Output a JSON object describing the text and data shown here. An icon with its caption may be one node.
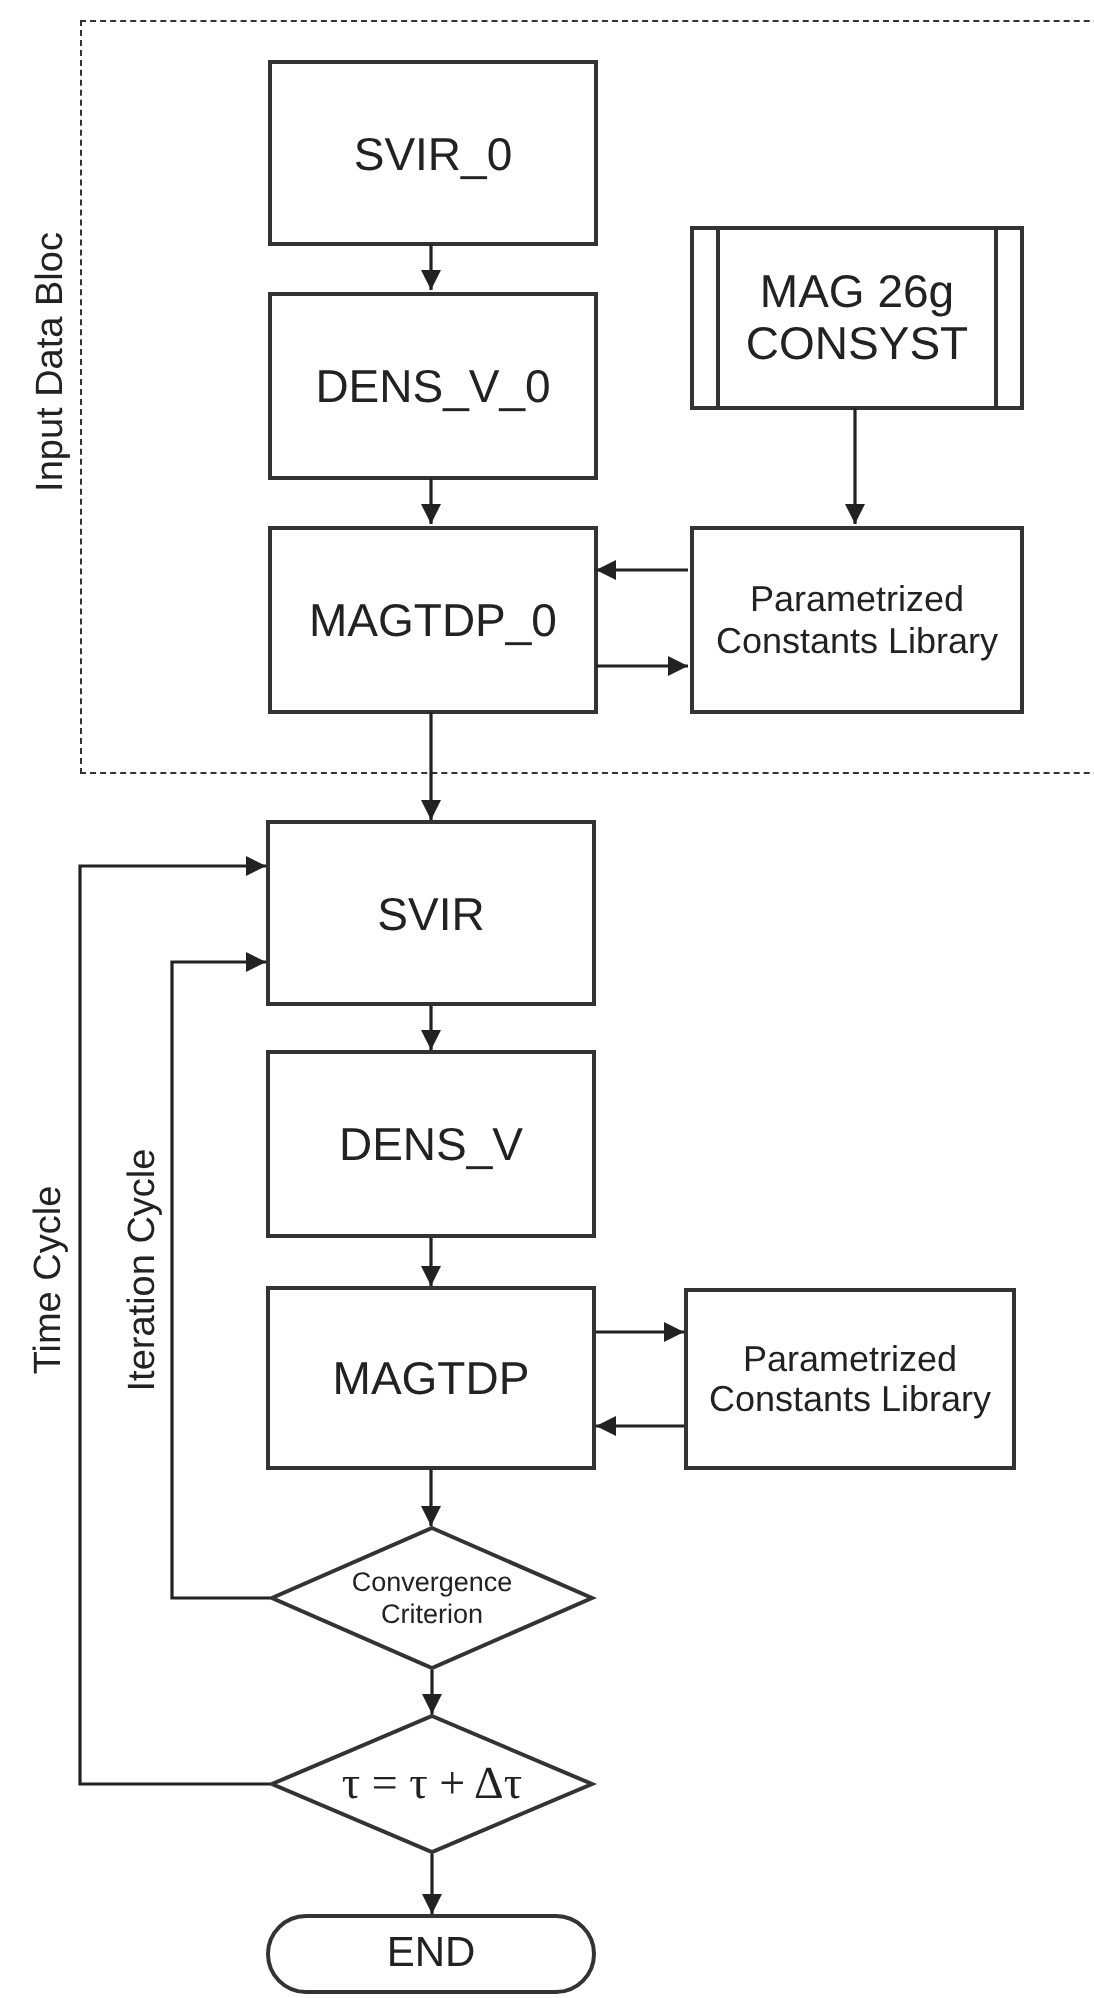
{
  "diagram": {
    "nodes": [
      {
        "text": [
          "Input Data Bloc"
        ]
      },
      {
        "text": [
          "SVIR_0"
        ],
        "in": 0
      },
      {
        "text": [
          "DENS_V_0"
        ],
        "in": 0
      },
      {
        "text": [
          "MAG 26g CONSYST"
        ],
        "in": 0
      },
      {
        "text": [
          "MAGTDP_0"
        ],
        "in": 0
      },
      {
        "text": [
          "Parametrized Constants Library"
        ],
        "in": 0
      },
      {
        "text": [
          "SVIR"
        ]
      },
      {
        "text": [
          "DENS_V"
        ]
      },
      {
        "text": [
          "MAGTDP"
        ]
      },
      {
        "text": [
          "Parametrized Constants Library"
        ]
      },
      {
        "text": [
          "Convergence Criterion"
        ]
      },
      {
        "text": [
          "τ = τ + Δτ"
        ]
      },
      {
        "text": [
          "END"
        ]
      }
    ],
    "edges": [
      {
        "from": 1,
        "to": 2,
        "arrow": "to"
      },
      {
        "from": 2,
        "to": 4,
        "arrow": "to"
      },
      {
        "from": 3,
        "to": 5,
        "arrow": "to"
      },
      {
        "from": 5,
        "to": 4,
        "arrow": "to"
      },
      {
        "from": 4,
        "to": 5,
        "arrow": "to"
      },
      {
        "from": 4,
        "to": 6,
        "arrow": "to"
      },
      {
        "from": 6,
        "to": 7,
        "arrow": "to"
      },
      {
        "from": 7,
        "to": 8,
        "arrow": "to"
      },
      {
        "from": 8,
        "to": 9,
        "arrow": "to"
      },
      {
        "from": 9,
        "to": 8,
        "arrow": "to"
      },
      {
        "from": 8,
        "to": 10,
        "arrow": "to"
      },
      {
        "from": 10,
        "to": 6,
        "arrow": "to",
        "label": "Iteration Cycle"
      },
      {
        "from": 10,
        "to": 11,
        "arrow": "to"
      },
      {
        "from": 11,
        "to": 6,
        "arrow": "to",
        "label": "Time Cycle"
      },
      {
        "from": 11,
        "to": 12,
        "arrow": "to"
      }
    ]
  }
}
